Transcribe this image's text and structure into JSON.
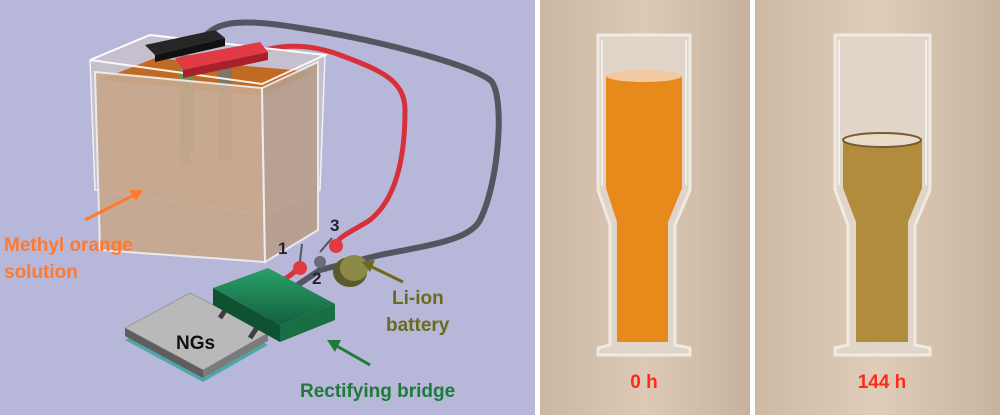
{
  "diagram": {
    "beaker_label_line1": "Methyl orange",
    "beaker_label_line2": "solution",
    "terminal_1": "1",
    "terminal_2": "2",
    "terminal_3": "3",
    "battery_label_line1": "Li-ion",
    "battery_label_line2": "battery",
    "ngs_label": "NGs",
    "bridge_label": "Rectifying bridge"
  },
  "photos": {
    "left_time": "0 h",
    "right_time": "144 h"
  },
  "colors": {
    "diagram_background": "#b7b7d9",
    "orange_label": "#ff7a2e",
    "green_label": "#1f7a3a",
    "olive_label": "#6b6a1e",
    "time_label": "#ff2a1a",
    "solution_fresh": "#e8891c",
    "solution_degraded": "#b08c3c"
  }
}
